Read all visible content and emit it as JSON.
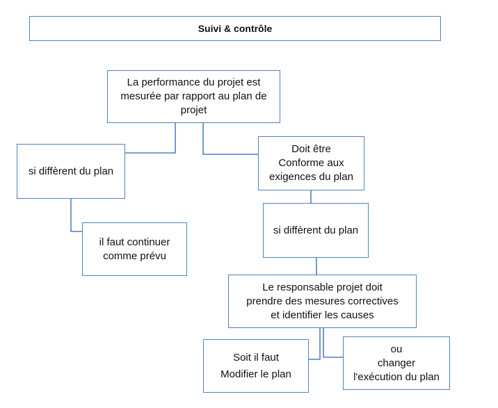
{
  "title": "Suivi & contrôle",
  "nodes": {
    "root": [
      "La performance du projet est",
      "mesurée par rapport au plan de",
      "projet"
    ],
    "left_condition": [
      "si diffèrent du plan"
    ],
    "left_action": [
      "il faut continuer",
      "comme prévu"
    ],
    "right_requirement": [
      "Doit être",
      "Conforme aux",
      "exigences du plan"
    ],
    "right_condition": [
      "si diffèrent du plan"
    ],
    "responsible": [
      "Le responsable projet doit",
      "prendre des mesures correctives",
      "et identifier les causes"
    ],
    "option_modify": [
      "Soit il faut",
      "Modifier le plan"
    ],
    "option_change": [
      "ou",
      "changer",
      "l'exécution du plan"
    ]
  },
  "colors": {
    "border": "#4f81bd",
    "text": "#111111",
    "background": "#ffffff"
  }
}
